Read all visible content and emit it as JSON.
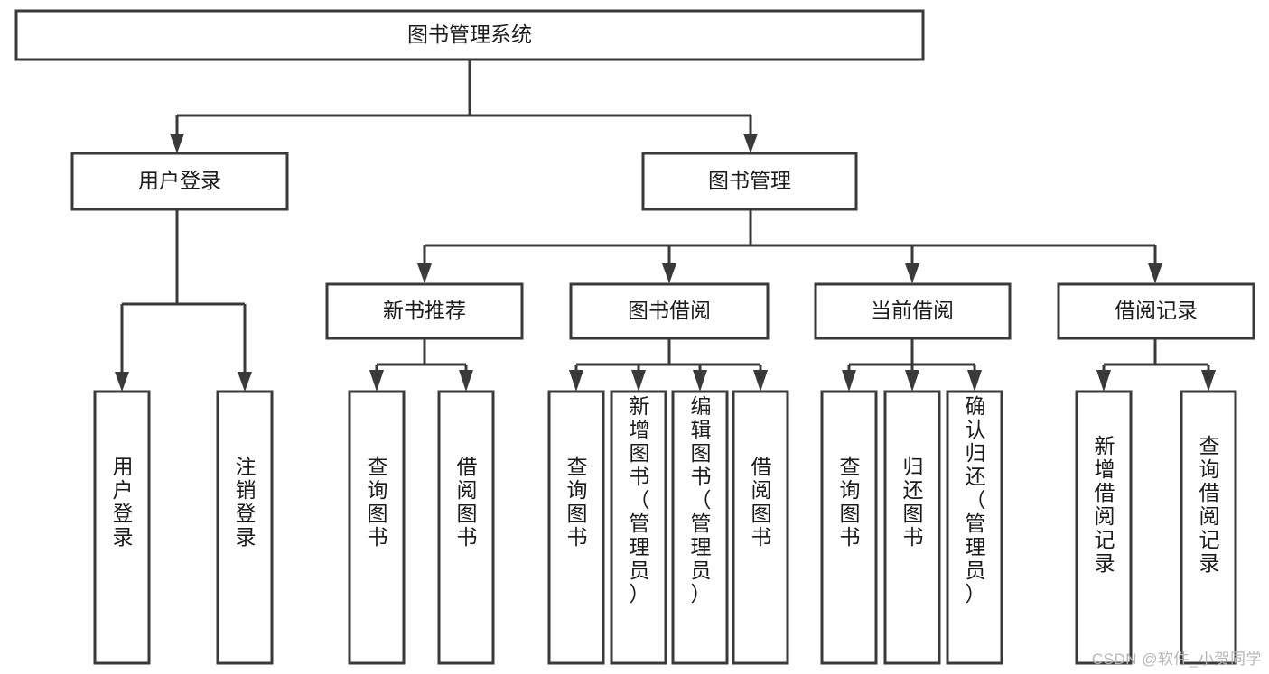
{
  "diagram": {
    "title": "图书管理系统",
    "watermark": "CSDN @软件_小贺同学",
    "root": {
      "label": "图书管理系统"
    },
    "level2": [
      {
        "label": "用户登录"
      },
      {
        "label": "图书管理"
      }
    ],
    "level3": [
      {
        "label": "新书推荐"
      },
      {
        "label": "图书借阅"
      },
      {
        "label": "当前借阅"
      },
      {
        "label": "借阅记录"
      }
    ],
    "leaves": {
      "user_login": [
        {
          "label": "用户登录"
        },
        {
          "label": "注销登录"
        }
      ],
      "new_book_recommend": [
        {
          "label": "查询图书"
        },
        {
          "label": "借阅图书"
        }
      ],
      "book_borrow": [
        {
          "label": "查询图书"
        },
        {
          "label": "新增图书（管理员）"
        },
        {
          "label": "编辑图书（管理员）"
        },
        {
          "label": "借阅图书"
        }
      ],
      "current_borrow": [
        {
          "label": "查询图书"
        },
        {
          "label": "归还图书"
        },
        {
          "label": "确认归还（管理员）"
        }
      ],
      "borrow_record": [
        {
          "label": "新增借阅记录"
        },
        {
          "label": "查询借阅记录"
        }
      ]
    },
    "colors": {
      "stroke": "#3a3a3a",
      "fill": "#ffffff",
      "text": "#1b1b1b",
      "watermark": "#b6b6b6"
    }
  }
}
